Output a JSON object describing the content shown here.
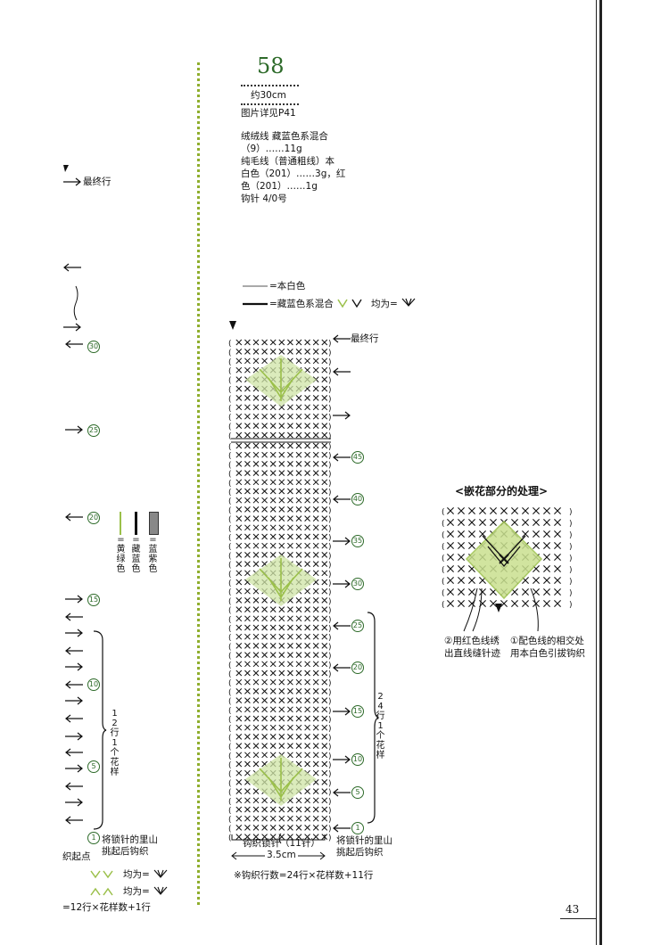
{
  "pattern": {
    "number": "58",
    "size": "约30cm",
    "photo_ref": "图片详见P41",
    "materials": [
      "绒绒线 藏蓝色系混合",
      "（9）……11g",
      "纯毛线（普通粗线）本",
      "白色（201）……3g，红",
      "色（201）……1g",
      "钩针 4/0号"
    ]
  },
  "legend": {
    "white_label": "=本白色",
    "navy_label": "=藏蓝色系混合",
    "uniform_label": "均为="
  },
  "left_panel": {
    "last_row": "最终行",
    "row_markers": [
      "30",
      "25",
      "20",
      "15",
      "10",
      "5",
      "1"
    ],
    "color_keys": [
      "=黄绿色",
      "=藏蓝色",
      "=蓝紫色"
    ],
    "repeat_label": "12行1个花样",
    "start_note_line1": "将锁针的里山",
    "start_note_line2": "挑起后钩织",
    "start_label": "织起点",
    "uniform_label_1": "均为=",
    "uniform_label_2": "均为=",
    "formula": "=12行×花样数+1行"
  },
  "chart": {
    "last_row": "最终行",
    "row_markers": [
      "45",
      "40",
      "35",
      "30",
      "25",
      "20",
      "15",
      "10",
      "5",
      "1"
    ],
    "repeat_label": "24行1个花样",
    "chain_label": "钩织锁针（11针）",
    "width_label": "3.5cm",
    "start_note_line1": "将锁针的里山",
    "start_note_line2": "挑起后钩织",
    "formula": "※钩织行数=24行×花样数+11行"
  },
  "inset": {
    "title": "<嵌花部分的处理>",
    "note2_line1": "②用红色线绣",
    "note2_line2": "出直线缝针迹",
    "note1_line1": "①配色线的相交处",
    "note1_line2": "用本白色引拔钩织"
  },
  "page_number": "43",
  "colors": {
    "green_accent": "#2e6b2a",
    "motif": "#b9d98a",
    "ink": "#111111"
  }
}
